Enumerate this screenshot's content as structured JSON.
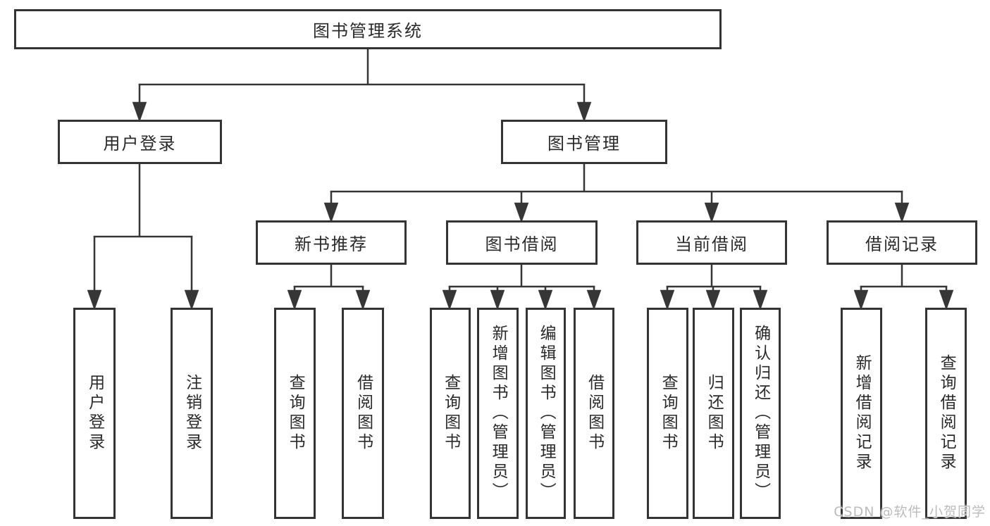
{
  "tree": {
    "label": "图书管理系统",
    "children": [
      {
        "label": "用户登录",
        "children": [
          {
            "label": "用户登录"
          },
          {
            "label": "注销登录"
          }
        ]
      },
      {
        "label": "图书管理",
        "children": [
          {
            "label": "新书推荐",
            "children": [
              {
                "label": "查询图书"
              },
              {
                "label": "借阅图书"
              }
            ]
          },
          {
            "label": "图书借阅",
            "children": [
              {
                "label": "查询图书"
              },
              {
                "label": "新增图书（管理员）"
              },
              {
                "label": "编辑图书（管理员）"
              },
              {
                "label": "借阅图书"
              }
            ]
          },
          {
            "label": "当前借阅",
            "children": [
              {
                "label": "查询图书"
              },
              {
                "label": "归还图书"
              },
              {
                "label": "确认归还（管理员）"
              }
            ]
          },
          {
            "label": "借阅记录",
            "children": [
              {
                "label": "新增借阅记录"
              },
              {
                "label": "查询借阅记录"
              }
            ]
          }
        ]
      }
    ]
  },
  "watermark": "CSDN @软件_小贺同学",
  "colors": {
    "line": "#363636",
    "box_border": "#343434",
    "text": "#2a2a2a",
    "background": "#ffffff",
    "watermark": "#bcbcbc"
  }
}
